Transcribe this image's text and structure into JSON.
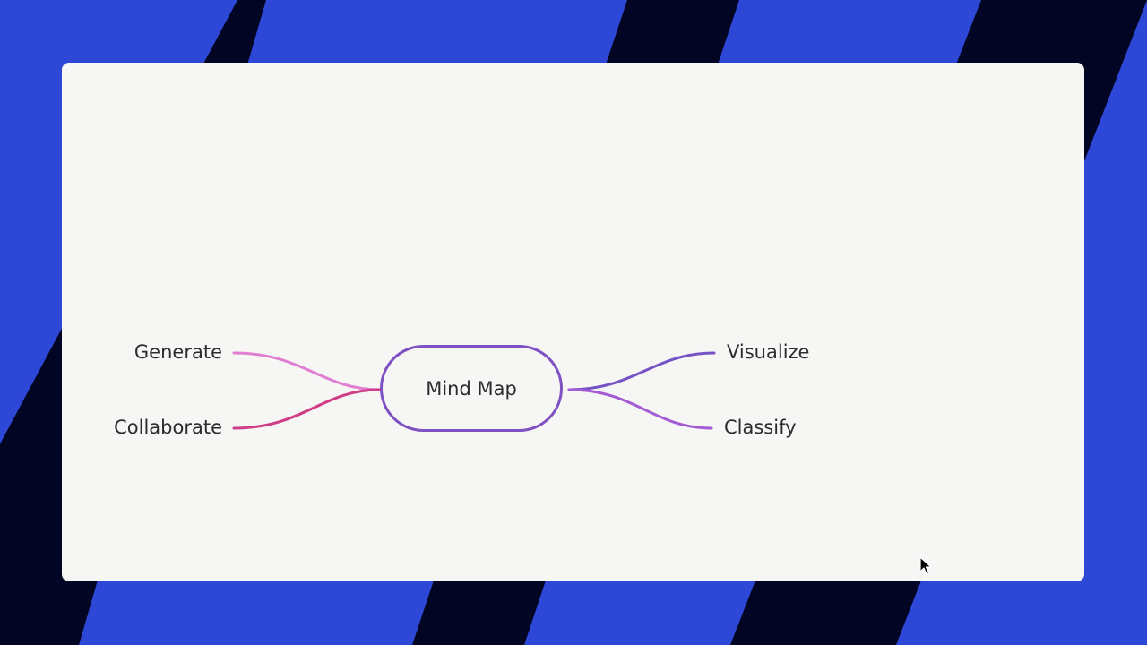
{
  "mind_map": {
    "central_topic": "Mind Map",
    "left_topics": [
      "Generate",
      "Collaborate"
    ],
    "right_topics": [
      "Visualize",
      "Classify"
    ]
  },
  "colors": {
    "background_blue": "#2d48d6",
    "background_stripe": "#020524",
    "board": "#f6f6f5",
    "central_outline": "#7f52c3",
    "branch_generate": "#e07fd2",
    "branch_collaborate": "#cf3d86",
    "branch_visualize": "#7653c4",
    "branch_classify": "#a45bd4",
    "text": "#2c2c2c"
  },
  "icons": {
    "pointer": "mouse-cursor-icon"
  }
}
